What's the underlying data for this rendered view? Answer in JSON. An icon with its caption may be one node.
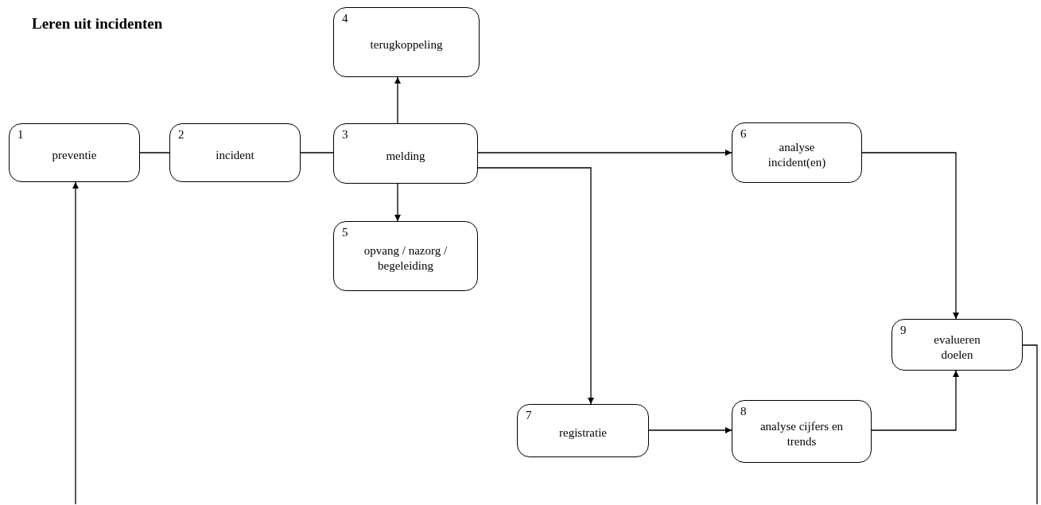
{
  "diagram": {
    "title": "Leren uit incidenten",
    "nodes": [
      {
        "text": [
          "1",
          "preventie"
        ]
      },
      {
        "text": [
          "2",
          "incident"
        ]
      },
      {
        "text": [
          "3",
          "melding"
        ]
      },
      {
        "text": [
          "4",
          "terugkoppeling"
        ]
      },
      {
        "text": [
          "5",
          "opvang / nazorg / begeleiding"
        ]
      },
      {
        "text": [
          "6",
          "analyse incident(en)"
        ]
      },
      {
        "text": [
          "7",
          "registratie"
        ]
      },
      {
        "text": [
          "8",
          "analyse cijfers en trends"
        ]
      },
      {
        "text": [
          "9",
          "evalueren doelen"
        ]
      }
    ],
    "edges": [
      {
        "from": 0,
        "to": 1,
        "arrow": "none"
      },
      {
        "from": 1,
        "to": 2,
        "arrow": "none"
      },
      {
        "from": 2,
        "to": 3,
        "arrow": "to"
      },
      {
        "from": 2,
        "to": 4,
        "arrow": "to"
      },
      {
        "from": 2,
        "to": 5,
        "arrow": "to"
      },
      {
        "from": 2,
        "to": 6,
        "arrow": "to"
      },
      {
        "from": 6,
        "to": 7,
        "arrow": "to"
      },
      {
        "from": 5,
        "to": 8,
        "arrow": "to"
      },
      {
        "from": 7,
        "to": 8,
        "arrow": "to"
      },
      {
        "from": 8,
        "to": null,
        "arrow": "none"
      },
      {
        "from": null,
        "to": 0,
        "arrow": "to"
      }
    ]
  }
}
